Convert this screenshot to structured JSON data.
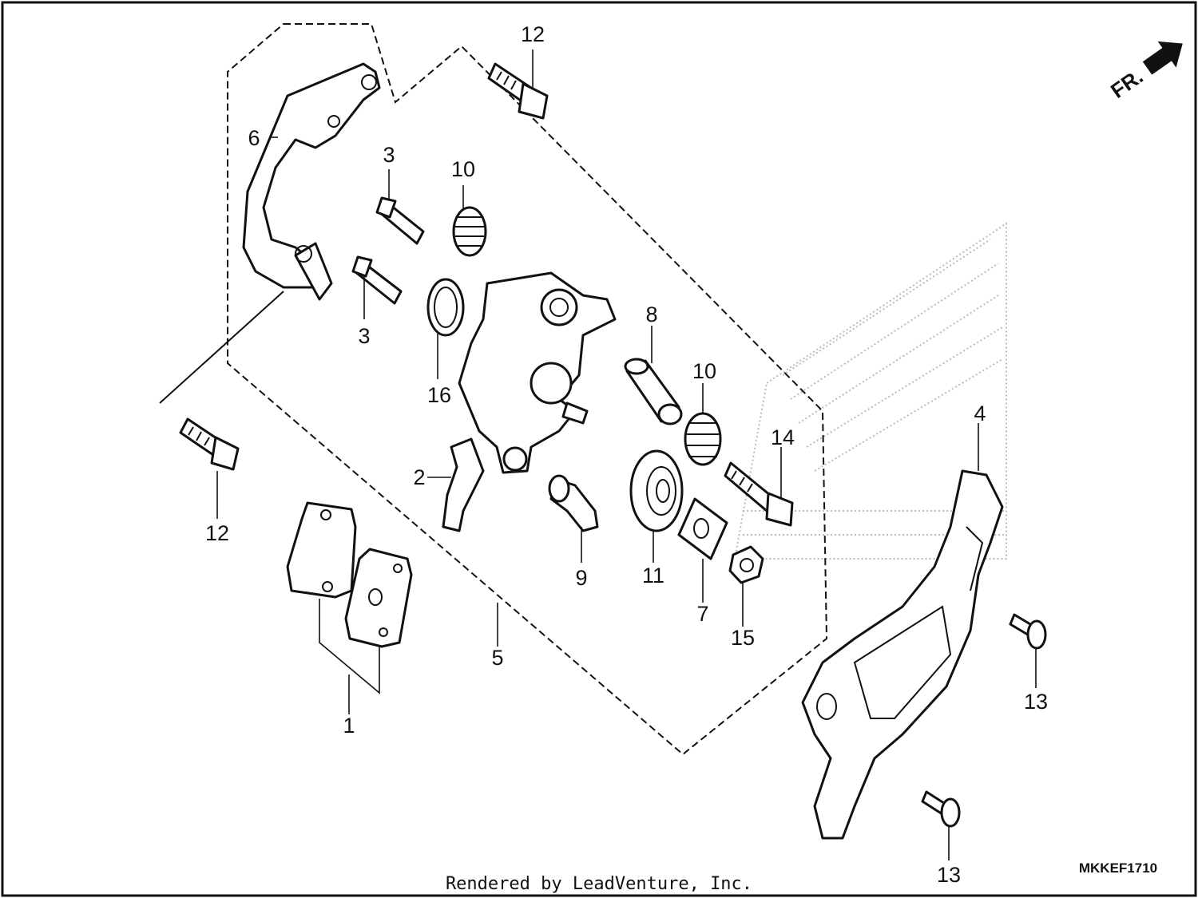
{
  "diagram": {
    "drawing_code": "MKKEF1710",
    "credit": "Rendered by LeadVenture, Inc.",
    "direction_label": "FR.",
    "callouts": [
      "1",
      "2",
      "3",
      "3",
      "4",
      "5",
      "6",
      "7",
      "8",
      "9",
      "10",
      "10",
      "11",
      "12",
      "12",
      "13",
      "13",
      "14",
      "15",
      "16"
    ]
  },
  "colors": {
    "ink": "#111111",
    "paper": "#ffffff",
    "watermark": "#bbbbbb"
  }
}
